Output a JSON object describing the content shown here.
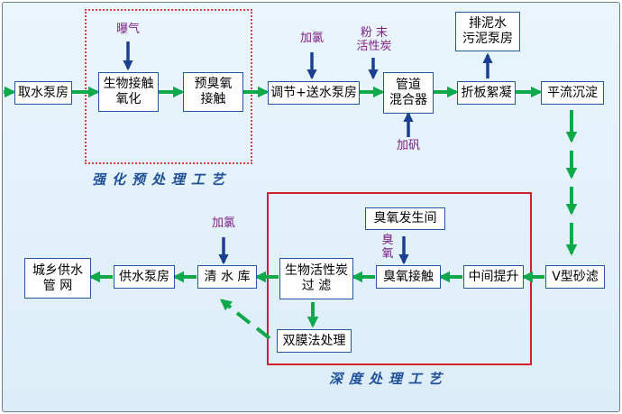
{
  "regions": {
    "pretreatment_title": "强化预处理工艺",
    "advanced_title": "深度处理工艺"
  },
  "nodes": {
    "intake_pump": "取水泵房",
    "bio_contact": "生物接触\n氧化",
    "pre_ozone": "预臭氧\n接触",
    "adjust_pump": "调节+送水泵房",
    "pipe_mixer": "管道\n混合器",
    "flocculation": "折板絮凝",
    "sludge_pump": "排泥水\n污泥泵房",
    "sedimentation": "平流沉淀",
    "ozone_gen": "臭氧发生间",
    "v_filter": "V型砂滤",
    "mid_lift": "中间提升",
    "ozone_contact": "臭氧接触",
    "bac_filter": "生物活性炭\n过 滤",
    "clear_tank": "清 水 库",
    "supply_pump": "供水泵房",
    "network": "城乡供水\n管 网",
    "membrane": "双膜法处理"
  },
  "inputs": {
    "aeration": "曝气",
    "chlorine_1": "加氯",
    "pac": "粉 末\n活性炭",
    "alum": "加矾",
    "ozone": "臭\n氧",
    "chlorine_2": "加氯"
  },
  "colors": {
    "flow_arrow": "#0fa84a",
    "dose_arrow": "#1d3f8f",
    "pretreatment_border": "#d94040",
    "advanced_border": "#d11f2f",
    "box_border": "#1f5aa0",
    "dose_label": "#7f1f86",
    "region_title": "#1f4f99"
  }
}
